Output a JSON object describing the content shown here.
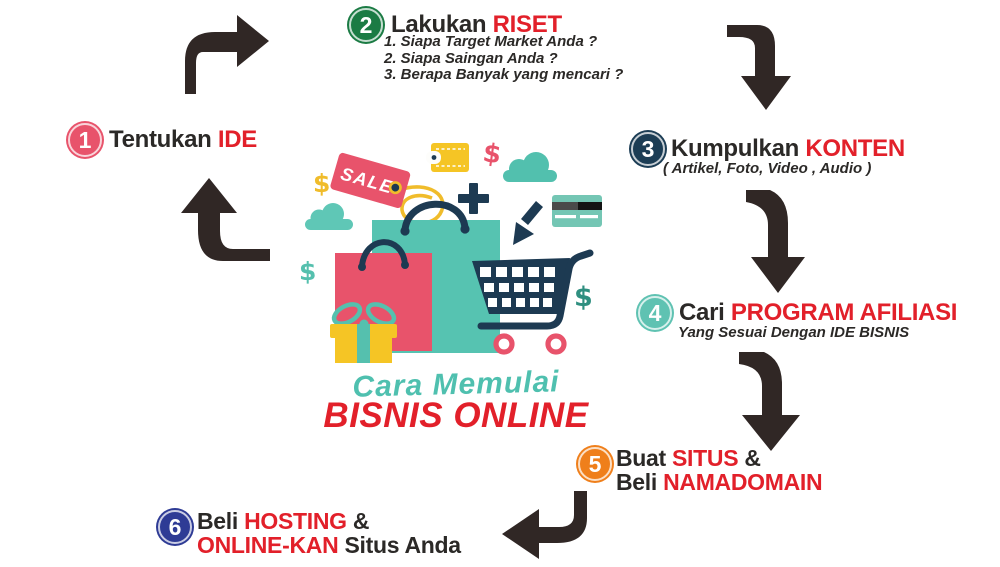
{
  "title": {
    "subtitle": "Cara Memulai",
    "main": "BISNIS ONLINE"
  },
  "colors": {
    "red_text": "#e2202a",
    "dark_text": "#2b2927",
    "arrow": "#302725",
    "teal": "#55c0ae",
    "navy": "#1d3a52",
    "pink": "#e8536b",
    "yellow": "#f5c525",
    "step1": "#e8536b",
    "step2": "#1b7b44",
    "step3": "#1c3d55",
    "step4": "#5fc2b2",
    "step5": "#ef7f1b",
    "step6": "#2e3b95"
  },
  "steps": {
    "s1": {
      "num": "1",
      "black": "Tentukan ",
      "red": "IDE"
    },
    "s2": {
      "num": "2",
      "black": "Lakukan ",
      "red": "RISET",
      "items": [
        "1. Siapa Target Market Anda ?",
        "2. Siapa Saingan Anda ?",
        "3. Berapa Banyak yang mencari ?"
      ]
    },
    "s3": {
      "num": "3",
      "black": "Kumpulkan ",
      "red": "KONTEN",
      "note": "( Artikel, Foto, Video , Audio )"
    },
    "s4": {
      "num": "4",
      "black": "Cari ",
      "red": "PROGRAM AFILIASI",
      "note": "Yang Sesuai Dengan IDE BISNIS"
    },
    "s5": {
      "num": "5",
      "line1_black": "Buat ",
      "line1_red": "SITUS",
      "line1_black2": " &",
      "line2_black": "Beli ",
      "line2_red": "NAMADOMAIN"
    },
    "s6": {
      "num": "6",
      "line1_black": "Beli ",
      "line1_red": "HOSTING",
      "line1_black2": " &",
      "line2_red": "ONLINE-KAN",
      "line2_black": " Situs Anda"
    }
  },
  "illustration": {
    "sale_label": "SALE",
    "dollar_sign": "$"
  }
}
